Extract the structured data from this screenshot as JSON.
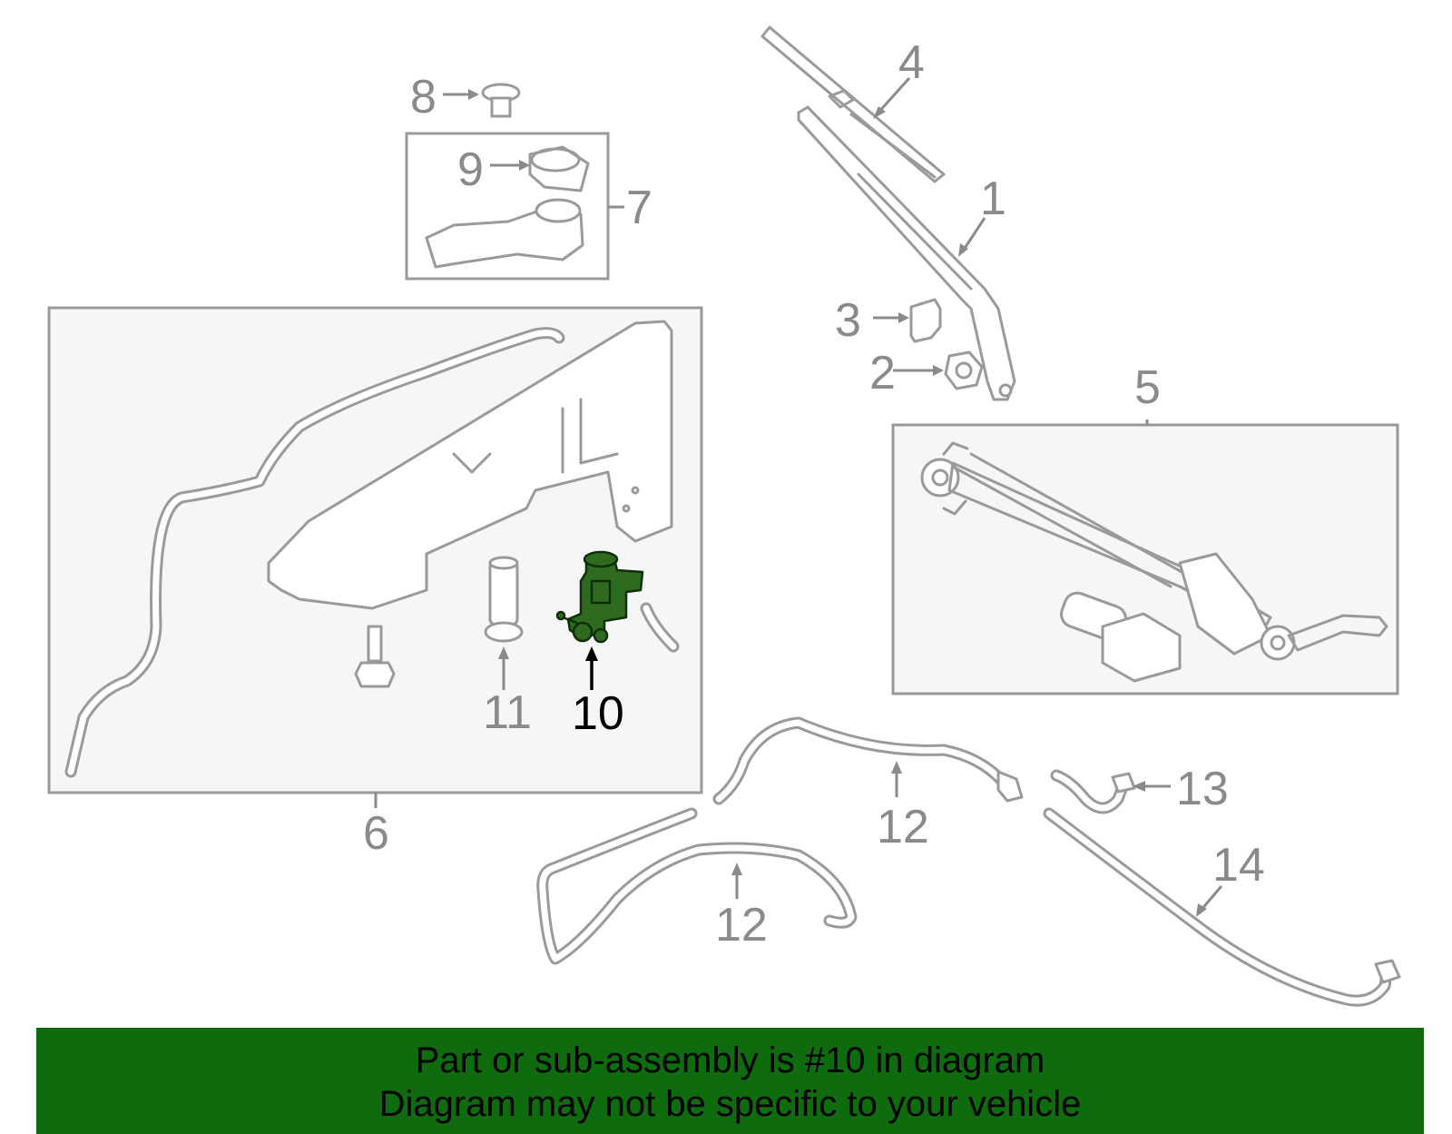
{
  "labels": {
    "p1": "1",
    "p2": "2",
    "p3": "3",
    "p4": "4",
    "p5": "5",
    "p6": "6",
    "p7": "7",
    "p8": "8",
    "p9": "9",
    "p10": "10",
    "p11": "11",
    "p12a": "12",
    "p12b": "12",
    "p13": "13",
    "p14": "14"
  },
  "highlighted_part": "10",
  "colors": {
    "highlight_part": "#2e6b1f",
    "banner_bg": "#0e6b0e",
    "outline": "#9a9a9a"
  },
  "banner": {
    "line1": "Part or sub-assembly is #10 in diagram",
    "line2": "Diagram may not be specific to your vehicle"
  }
}
